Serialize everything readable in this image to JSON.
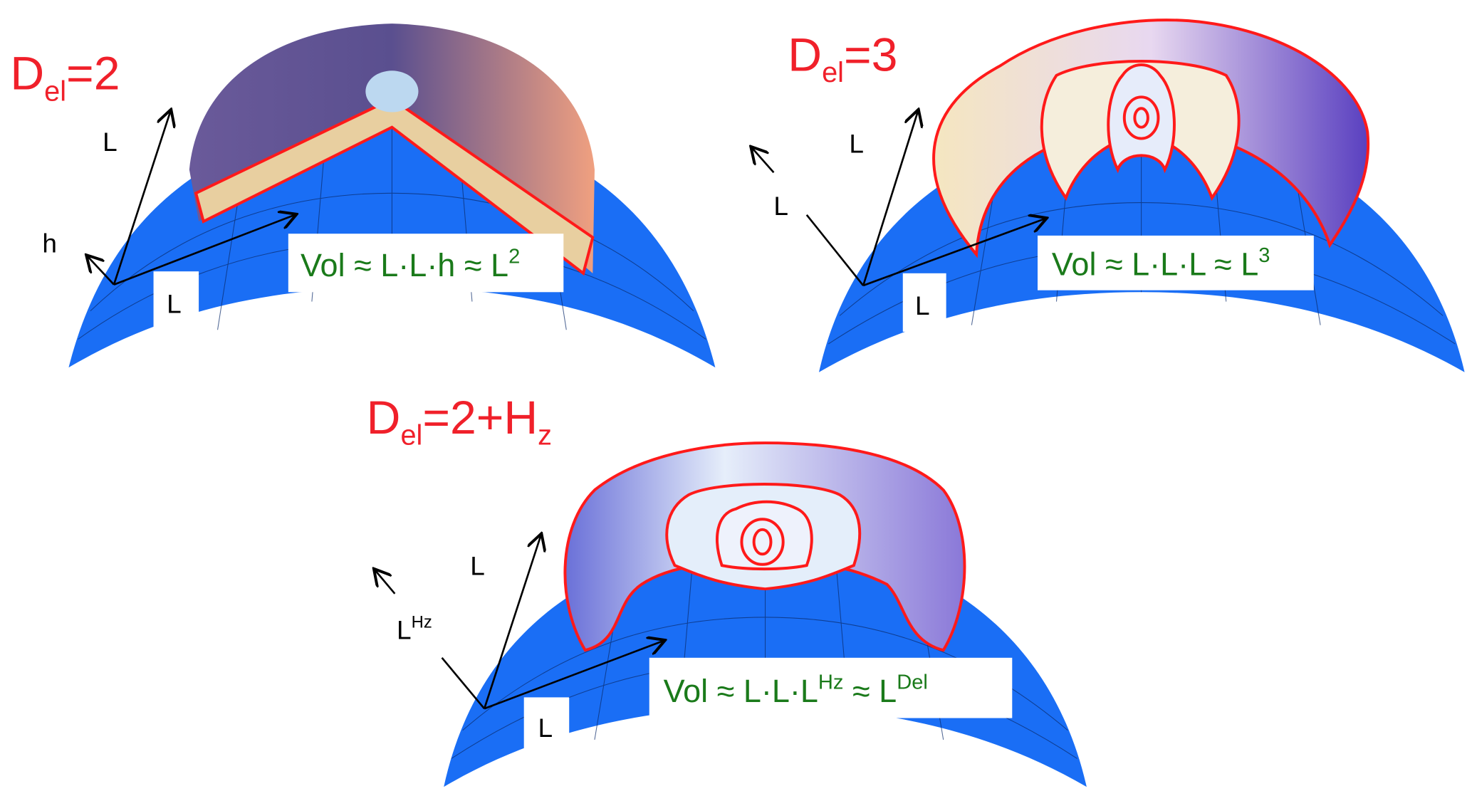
{
  "colors": {
    "dome": "#1a6ef5",
    "title": "#f0202a",
    "formula": "#1a7a1a",
    "outline": "#ff1a1a"
  },
  "panels": [
    {
      "title": {
        "main": "D",
        "sub": "el",
        "rest": "=2"
      },
      "axis_labels": [
        "L",
        "h",
        "L"
      ],
      "formula": {
        "a": "Vol ≈ L·L·h ≈ L",
        "sup": "2"
      }
    },
    {
      "title": {
        "main": "D",
        "sub": "el",
        "rest": "=3"
      },
      "axis_labels": [
        "L",
        "L",
        "L"
      ],
      "formula": {
        "a": "Vol ≈ L·L·L ≈ L",
        "sup": "3"
      }
    },
    {
      "title": {
        "main": "D",
        "sub": "el",
        "rest": "=2+H",
        "sub2": "z"
      },
      "axis_labels": [
        "L",
        "L",
        "Hz",
        "L"
      ],
      "formula": {
        "a": "Vol ≈ L·L·L",
        "sup1": "Hz",
        "b": " ≈ L",
        "sup2": "Del"
      }
    }
  ]
}
